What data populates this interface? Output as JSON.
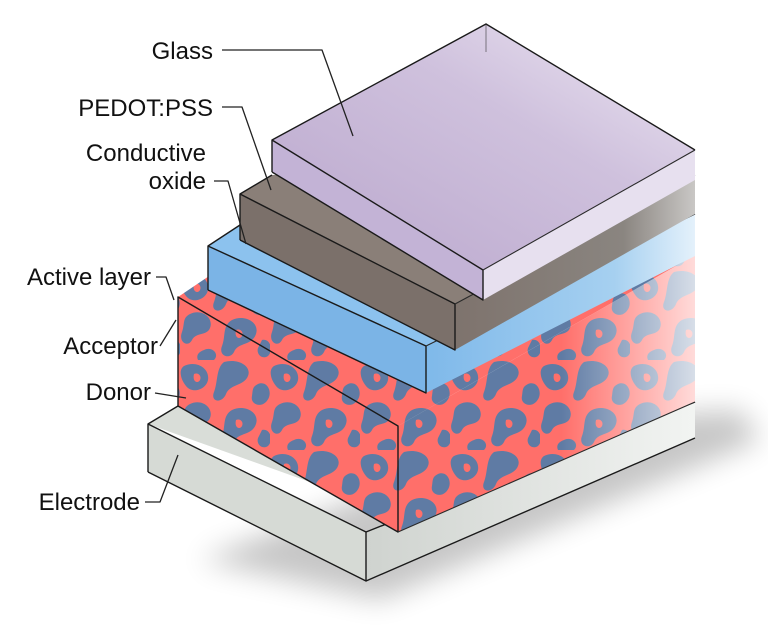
{
  "labels": {
    "glass": "Glass",
    "pedot": "PEDOT:PSS",
    "conductive_line1": "Conductive",
    "conductive_line2": "oxide",
    "active_layer": "Active layer",
    "acceptor": "Acceptor",
    "donor": "Donor",
    "electrode": "Electrode"
  },
  "colors": {
    "glass": "#c7b6d8",
    "pedot": "#8a7f78",
    "conductive_oxide": "#8cc2ee",
    "acceptor": "#ff6f6a",
    "donor": "#5f7ba4",
    "electrode": "#d9ddd8"
  }
}
